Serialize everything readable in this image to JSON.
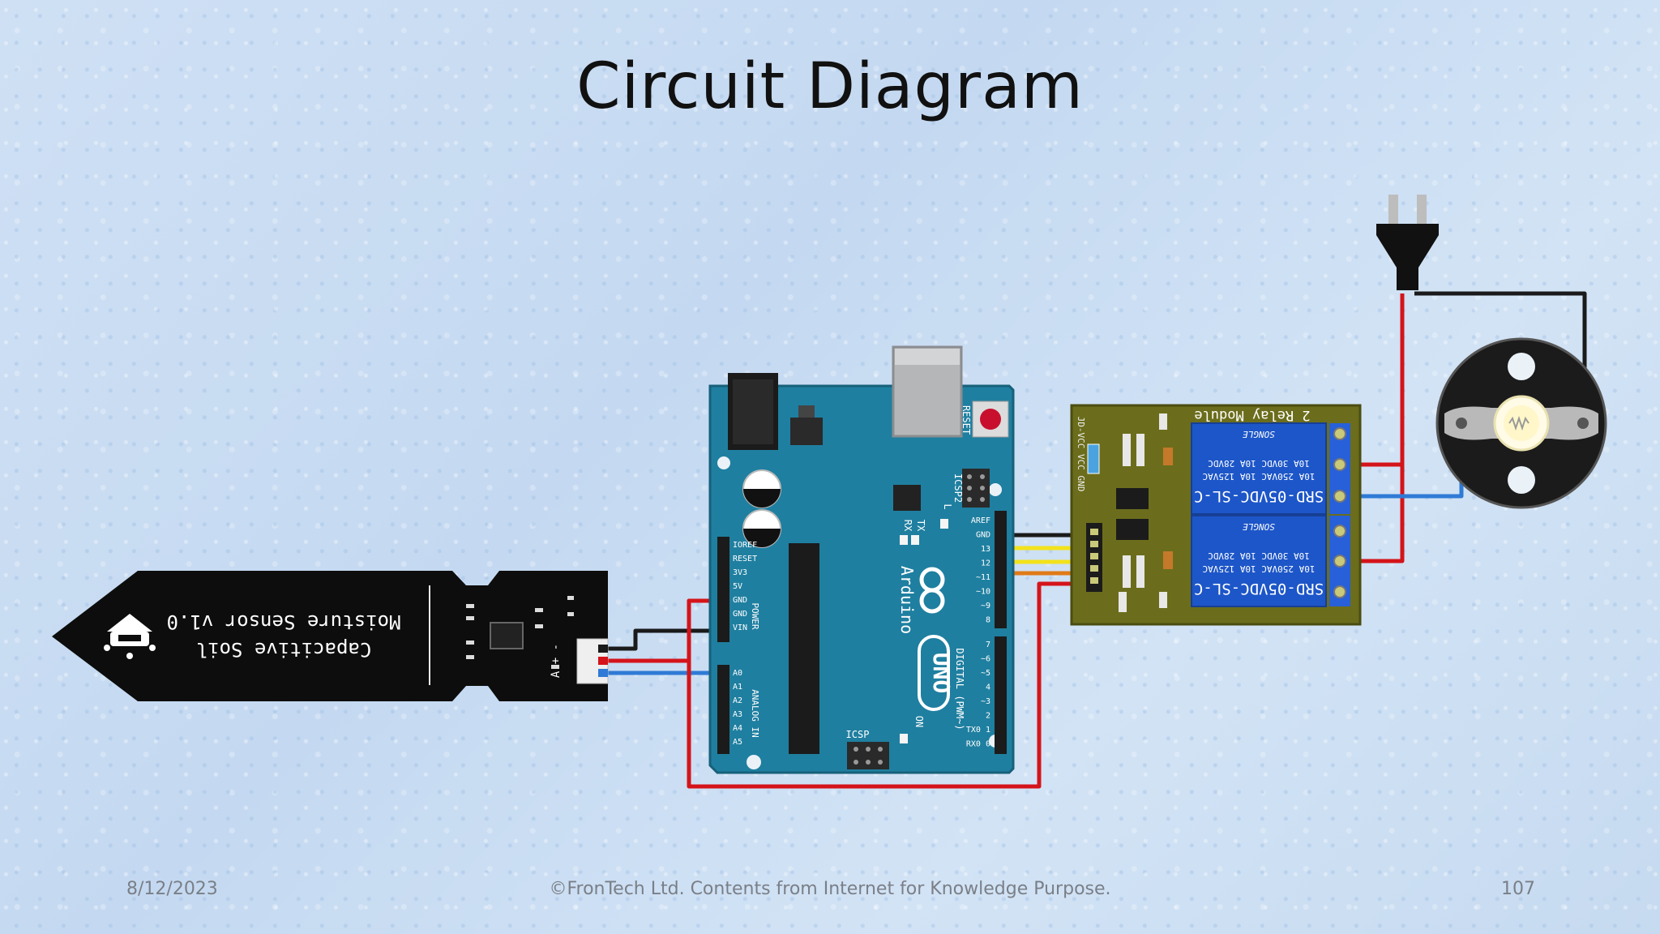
{
  "slide": {
    "title": "Circuit Diagram",
    "footer_date": "8/12/2023",
    "footer_copyright": "©FronTech Ltd. Contents from Internet for Knowledge Purpose.",
    "page_number": "107"
  },
  "sensor": {
    "label_line1": "Capacitive Soil",
    "label_line2": "Moisture Sensor v1.0",
    "pins": "A + -"
  },
  "arduino": {
    "brand": "Arduino",
    "model": "UNO",
    "reset_label": "RESET",
    "icsp2_label": "ICSP2",
    "icsp_label": "ICSP",
    "tx_label": "TX",
    "rx_label": "RX",
    "l_label": "L",
    "on_label": "ON",
    "digital_label": "DIGITAL (PWM~)",
    "power_label": "POWER",
    "analog_label": "ANALOG IN",
    "power_pins": [
      "IOREF",
      "RESET",
      "3V3",
      "5V",
      "GND",
      "GND",
      "VIN"
    ],
    "analog_pins": [
      "A0",
      "A1",
      "A2",
      "A3",
      "A4",
      "A5"
    ],
    "digital_top": [
      "AREF",
      "GND",
      "13",
      "12",
      "~11",
      "~10",
      "~9",
      "8"
    ],
    "digital_bottom": [
      "7",
      "~6",
      "~5",
      "4",
      "~3",
      "2",
      "TX0 1",
      "RX0 0"
    ]
  },
  "relay": {
    "title": "2 Relay Module",
    "relay_model": "SRD-05VDC-SL-C",
    "rating1": "10A 250VAC 10A 125VAC",
    "rating2": "10A 30VDC 10A 28VDC",
    "maker": "SONGLE",
    "pins_label": "JD-VCC VCC GND"
  },
  "colors": {
    "wire_red": "#d4141a",
    "wire_black": "#1a1a1a",
    "wire_yellow": "#f2e21b",
    "wire_orange": "#e07a18",
    "wire_blue": "#2f7ad6",
    "wire_green": "#2e8b3a",
    "board_teal": "#1f7fa0",
    "relay_pcb": "#6b6d1c",
    "relay_blue": "#1d56c8"
  },
  "icons": {
    "plug": "power-plug-icon",
    "bulb": "light-bulb-icon",
    "sensor_logo": "robot-logo-icon"
  }
}
